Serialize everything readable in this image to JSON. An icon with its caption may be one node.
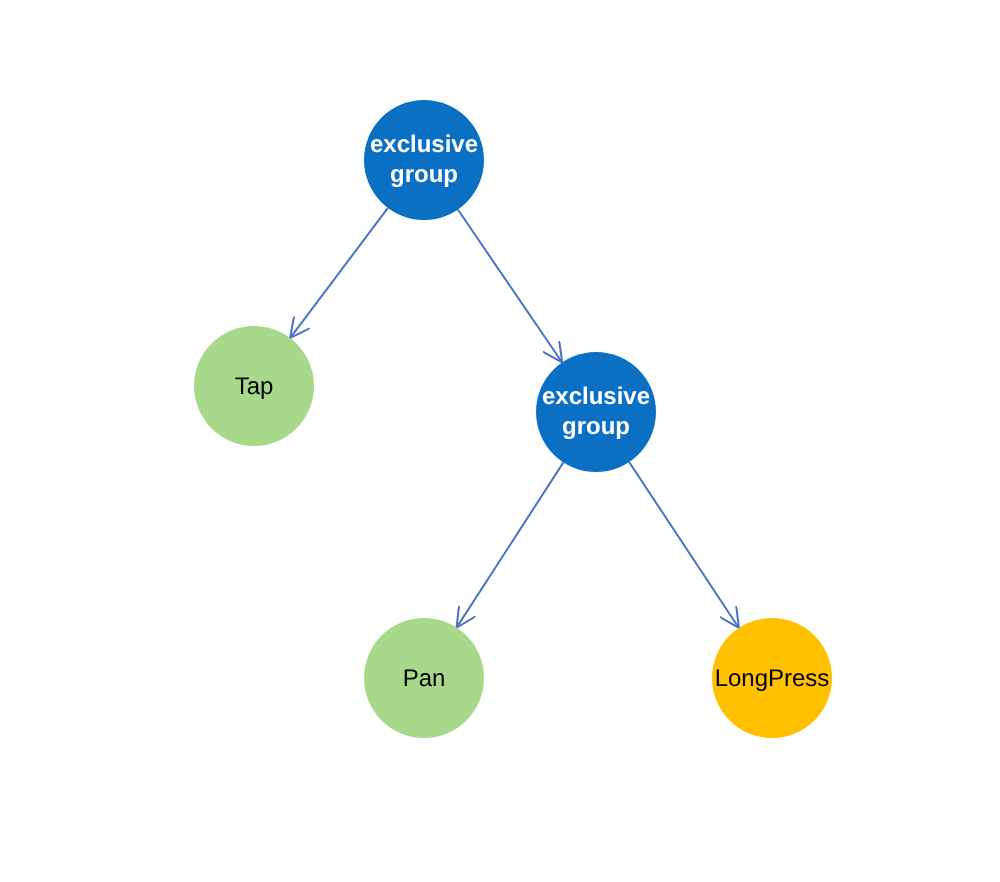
{
  "diagram": {
    "nodes": [
      {
        "text": [
          "exclusive group"
        ]
      },
      {
        "text": [
          "Tap"
        ]
      },
      {
        "text": [
          "exclusive group"
        ]
      },
      {
        "text": [
          "Pan"
        ]
      },
      {
        "text": [
          "LongPress"
        ]
      }
    ],
    "edges": [
      {
        "from": 0,
        "to": 1,
        "arrow": "to"
      },
      {
        "from": 0,
        "to": 2,
        "arrow": "to"
      },
      {
        "from": 2,
        "to": 3,
        "arrow": "to"
      },
      {
        "from": 2,
        "to": 4,
        "arrow": "to"
      }
    ]
  }
}
